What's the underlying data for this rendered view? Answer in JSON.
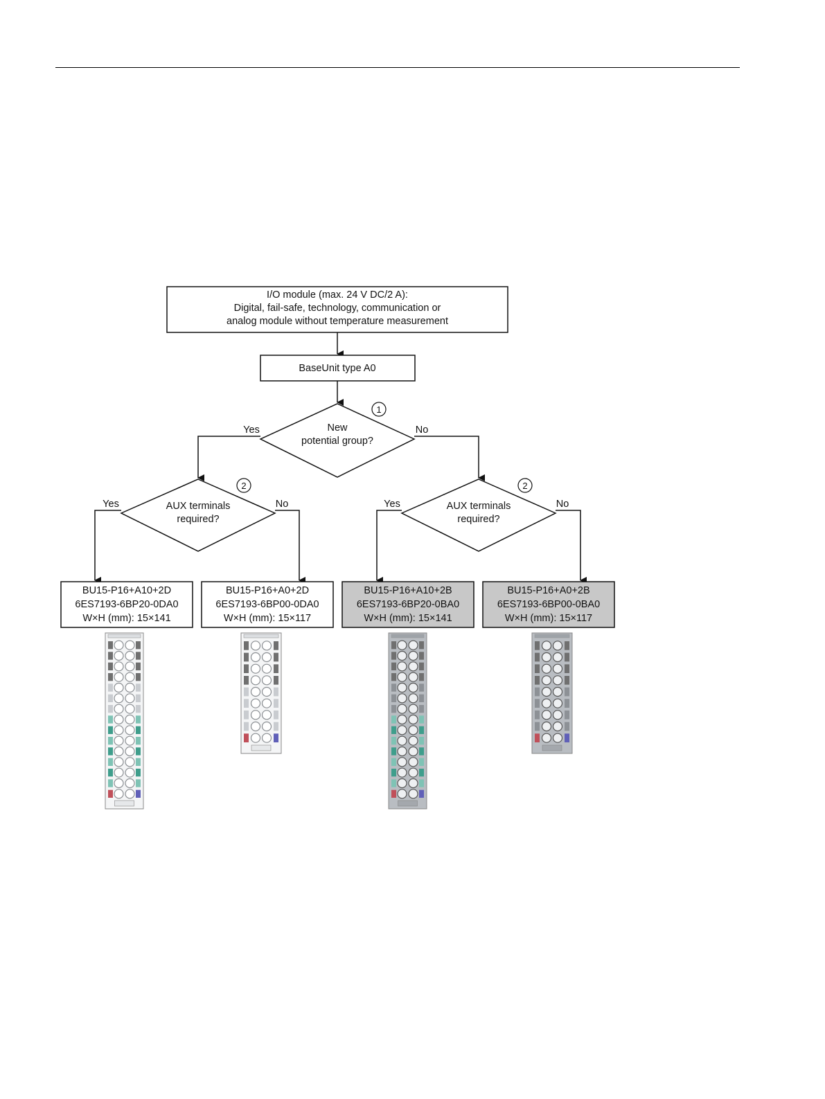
{
  "start_box": {
    "lines": [
      "I/O module (max. 24 V DC/2 A):",
      "Digital, fail-safe, technology, communication or",
      "analog module without temperature measurement"
    ]
  },
  "baseunit_box": {
    "label": "BaseUnit type A0"
  },
  "decision_potential": {
    "lines": [
      "New",
      "potential group?"
    ],
    "marker": "1",
    "yes": "Yes",
    "no": "No"
  },
  "decision_aux_left": {
    "lines": [
      "AUX terminals",
      "required?"
    ],
    "marker": "2",
    "yes": "Yes",
    "no": "No"
  },
  "decision_aux_right": {
    "lines": [
      "AUX terminals",
      "required?"
    ],
    "marker": "2",
    "yes": "Yes",
    "no": "No"
  },
  "results": [
    {
      "lines": [
        "BU15-P16+A10+2D",
        "6ES7193-6BP20-0DA0",
        "W×H (mm): 15×141"
      ],
      "shaded": false
    },
    {
      "lines": [
        "BU15-P16+A0+2D",
        "6ES7193-6BP00-0DA0",
        "W×H (mm): 15×117"
      ],
      "shaded": false
    },
    {
      "lines": [
        "BU15-P16+A10+2B",
        "6ES7193-6BP20-0BA0",
        "W×H (mm): 15×141"
      ],
      "shaded": true
    },
    {
      "lines": [
        "BU15-P16+A0+2B",
        "6ES7193-6BP00-0BA0",
        "W×H (mm): 15×117"
      ],
      "shaded": true
    }
  ],
  "colors": {
    "dark_unit": "#b9bdc2",
    "light_unit": "#f4f5f6",
    "aux_green": "#3f9e8c",
    "red_term": "#c0505a",
    "blue_term": "#6060b8",
    "gray_term": "#707070",
    "shaded_box": "#c8c8c8"
  }
}
